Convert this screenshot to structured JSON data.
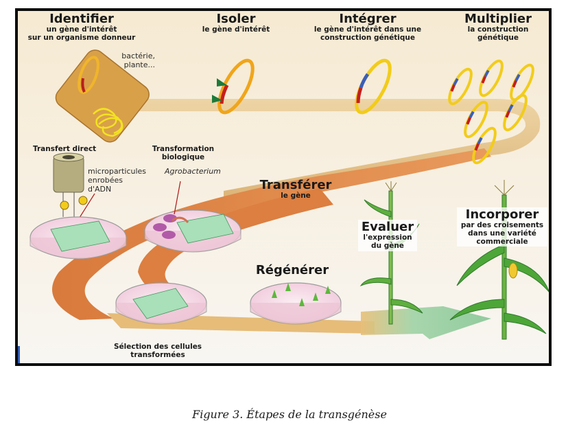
{
  "figure": {
    "caption": "Figure 3. Étapes de la transgénèse",
    "colors": {
      "frame": "#0a0a0a",
      "background_top": "#f6ead2",
      "background_bottom": "#f8f6f2",
      "path_tan": "#e9c98f",
      "path_orange": "#d9783a",
      "plasmid_yellow": "#f2cc1a",
      "gene_red": "#c41e1e",
      "gene_blue": "#3b5fb8",
      "enzyme_green": "#1d7a3a",
      "cell_green": "#9fd8b0",
      "petri_pink": "#f5d8e4",
      "plant_green": "#3a9a3a",
      "field_green": "#8fcc9a"
    }
  },
  "steps": {
    "identifier": {
      "title": "Identifier",
      "sub1": "un gène d'intérêt",
      "sub2": "sur un organisme donneur",
      "note1": "bactérie,",
      "note2": "plante..."
    },
    "isoler": {
      "title": "Isoler",
      "sub1": "le gène d'intérêt"
    },
    "integrer": {
      "title": "Intégrer",
      "sub1": "le gène d'intérêt dans une",
      "sub2": "construction génétique"
    },
    "multiplier": {
      "title": "Multiplier",
      "sub1": "la construction",
      "sub2": "génétique"
    },
    "transferer": {
      "title": "Transférer",
      "sub1": "le gène"
    },
    "transfert_direct": {
      "title": "Transfert direct",
      "note1": "microparticules",
      "note2": "enrobées",
      "note3": "d'ADN"
    },
    "transformation_bio": {
      "title1": "Transformation",
      "title2": "biologique",
      "note": "Agrobacterium"
    },
    "selection": {
      "title1": "Sélection des cellules",
      "title2": "transformées"
    },
    "regenerer": {
      "title": "Régénérer"
    },
    "evaluer": {
      "title": "Evaluer",
      "sub1": "l'expression",
      "sub2": "du gène"
    },
    "incorporer": {
      "title": "Incorporer",
      "sub1": "par des croisements",
      "sub2": "dans une variété",
      "sub3": "commerciale"
    }
  }
}
